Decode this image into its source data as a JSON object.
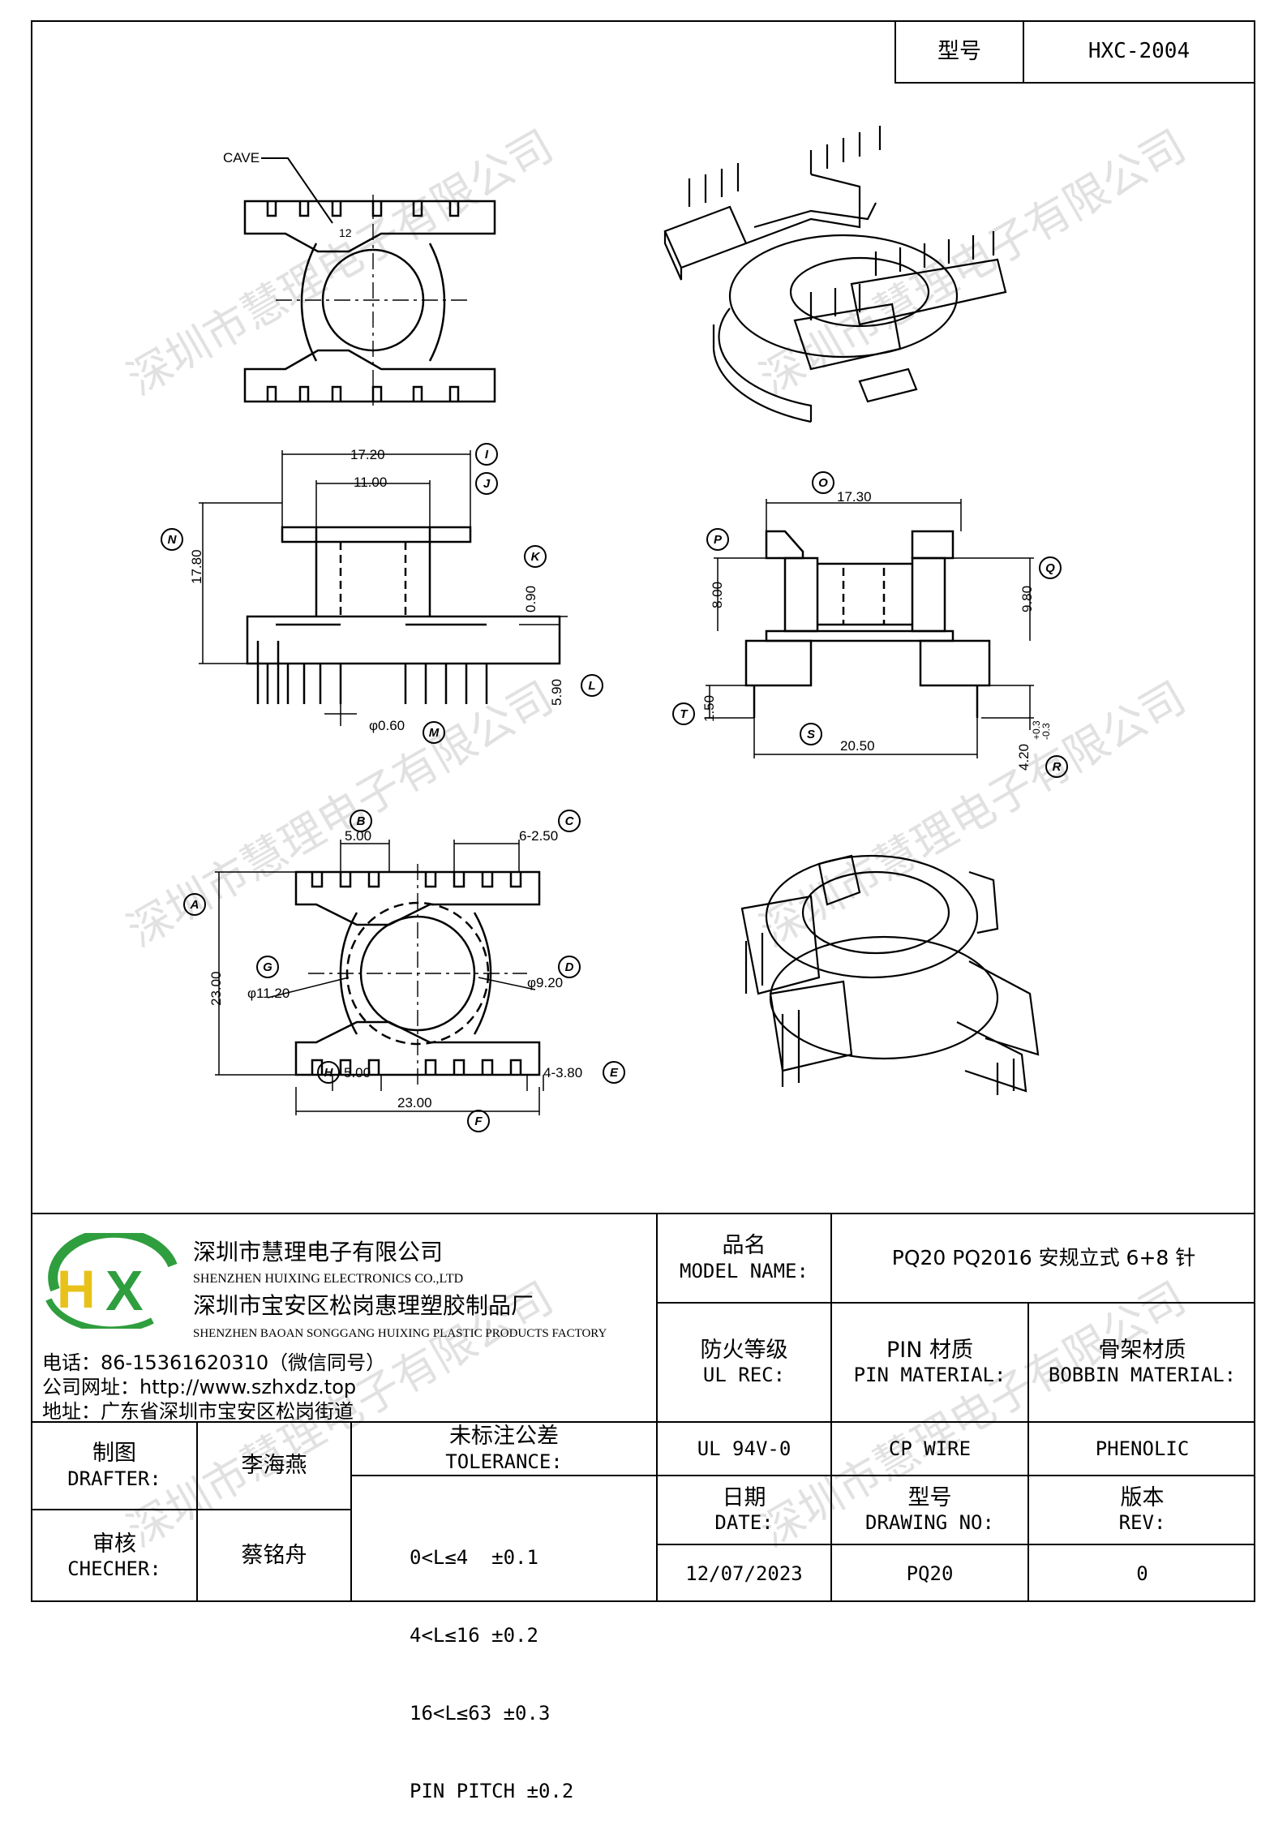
{
  "header": {
    "model_label": "型号",
    "model_value": "HXC-2004"
  },
  "watermark": "深圳市慧理电子有限公司",
  "drawing": {
    "cave_label": "CAVE",
    "cave_no": "12",
    "dims": {
      "I": "17.20",
      "J": "11.00",
      "N": "17.80",
      "K": "0.90",
      "L": "5.90",
      "M": "φ0.60",
      "O": "17.30",
      "P": "8.00",
      "Q": "9.80",
      "T": "1.50",
      "S": "20.50",
      "R": "4.20",
      "R_tol_plus": "+0.3",
      "R_tol_minus": "-0.3",
      "B": "5.00",
      "C": "6-2.50",
      "A": "23.00",
      "G": "φ11.20",
      "D": "φ9.20",
      "H": "5.00",
      "E": "4-3.80",
      "F": "23.00"
    },
    "callouts": [
      "I",
      "J",
      "N",
      "K",
      "L",
      "M",
      "O",
      "P",
      "Q",
      "T",
      "S",
      "R",
      "A",
      "B",
      "C",
      "D",
      "E",
      "F",
      "G",
      "H"
    ]
  },
  "company": {
    "name_cn": "深圳市慧理电子有限公司",
    "name_en": "SHENZHEN HUIXING ELECTRONICS CO.,LTD",
    "factory_cn": "深圳市宝安区松岗惠理塑胶制品厂",
    "factory_en": "SHENZHEN BAOAN SONGGANG HUIXING PLASTIC PRODUCTS FACTORY",
    "phone": "电话：86-15361620310（微信同号）",
    "website": "公司网址：http://www.szhxdz.top",
    "address": "地址：广东省深圳市宝安区松岗街道",
    "logo_text": "HX"
  },
  "title_block": {
    "model_name_cn": "品名",
    "model_name_en": "MODEL NAME:",
    "model_name_value": "PQ20 PQ2016 安规立式 6+8 针",
    "ul_cn": "防火等级",
    "ul_en": "UL REC:",
    "pin_cn": "PIN 材质",
    "pin_en": "PIN MATERIAL:",
    "bobbin_cn": "骨架材质",
    "bobbin_en": "BOBBIN MATERIAL:",
    "ul_value": "UL 94V-0",
    "pin_value": "CP WIRE",
    "bobbin_value": "PHENOLIC",
    "drafter_cn": "制图",
    "drafter_en": "DRAFTER:",
    "drafter_value": "李海燕",
    "checker_cn": "审核",
    "checker_en": "CHECHER:",
    "checker_value": "蔡铭舟",
    "tolerance_cn": "未标注公差",
    "tolerance_en": "TOLERANCE:",
    "tolerances": [
      "0<L≤4  ±0.1",
      "4<L≤16 ±0.2",
      "16<L≤63 ±0.3",
      "PIN PITCH ±0.2"
    ],
    "date_cn": "日期",
    "date_en": "DATE:",
    "date_value": "12/07/2023",
    "dwg_cn": "型号",
    "dwg_en": "DRAWING NO:",
    "dwg_value": "PQ20",
    "rev_cn": "版本",
    "rev_en": "REV:",
    "rev_value": "0"
  }
}
